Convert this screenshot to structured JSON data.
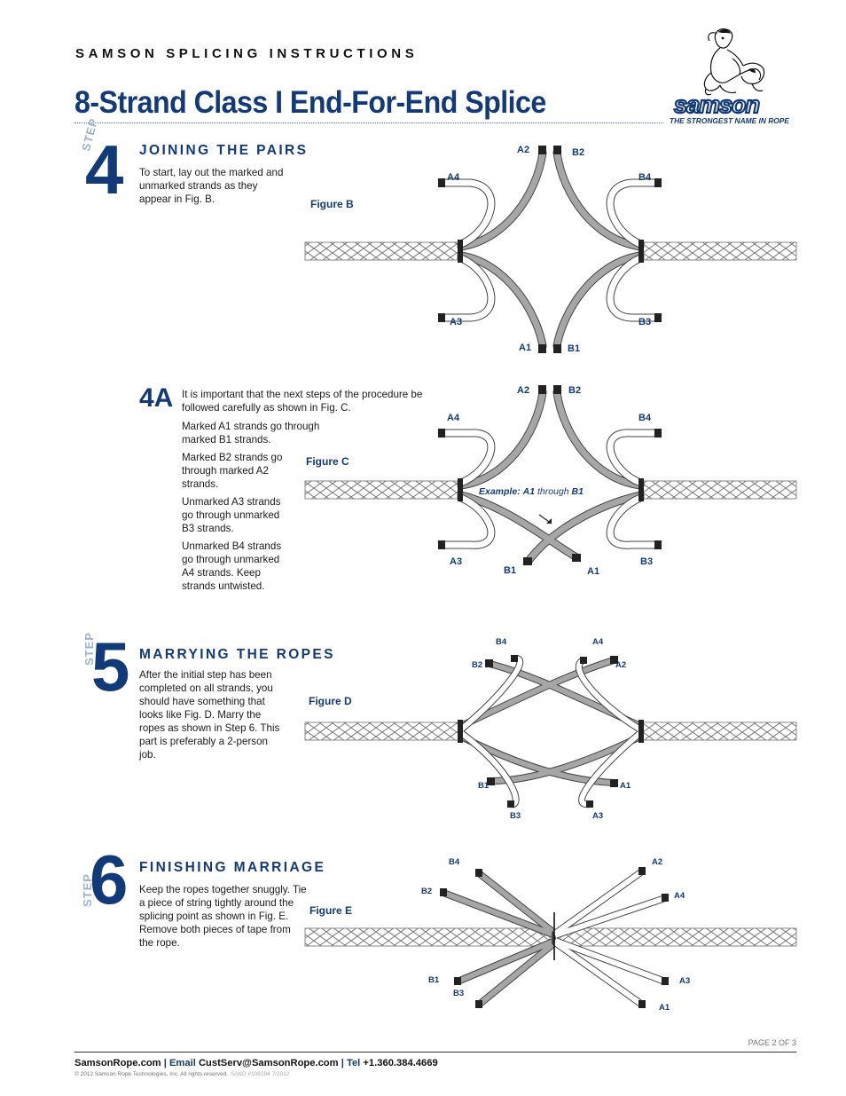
{
  "header": {
    "label": "SAMSON SPLICING INSTRUCTIONS",
    "title": "8-Strand Class I End-For-End Splice",
    "brand_tagline": "THE STRONGEST NAME IN ROPE",
    "brand_wordmark": "samson"
  },
  "step4": {
    "step_word": "STEP",
    "number": "4",
    "title": "JOINING THE PAIRS",
    "text": "To start, lay out the marked and unmarked strands as they appear in Fig. B.",
    "figure": {
      "title": "Figure B",
      "labels": {
        "a1": "A1",
        "a2": "A2",
        "a3": "A3",
        "a4": "A4",
        "b1": "B1",
        "b2": "B2",
        "b3": "B3",
        "b4": "B4"
      }
    }
  },
  "step4a": {
    "number": "4A",
    "paragraphs": [
      "It is important that the next steps of the procedure be followed carefully as shown in Fig. C.",
      "Marked A1 strands go through marked B1 strands.",
      "Marked B2 strands go through marked A2 strands.",
      "Unmarked A3 strands go through unmarked B3 strands.",
      "Unmarked B4 strands go through unmarked A4 strands. Keep strands untwisted."
    ],
    "figure": {
      "title": "Figure C",
      "example_prefix": "Example:",
      "example_from": "A1",
      "example_mid": "through",
      "example_to": "B1",
      "labels": {
        "a1": "A1",
        "a2": "A2",
        "a3": "A3",
        "a4": "A4",
        "b1": "B1",
        "b2": "B2",
        "b3": "B3",
        "b4": "B4"
      }
    }
  },
  "step5": {
    "step_word": "STEP",
    "number": "5",
    "title": "MARRYING THE ROPES",
    "text": "After the initial step has been completed on all strands, you should have something that looks like Fig. D. Marry the ropes as shown in Step 6. This part is preferably a 2-person job.",
    "figure": {
      "title": "Figure D",
      "labels": {
        "a1": "A1",
        "a2": "A2",
        "a3": "A3",
        "a4": "A4",
        "b1": "B1",
        "b2": "B2",
        "b3": "B3",
        "b4": "B4"
      }
    }
  },
  "step6": {
    "step_word": "STEP",
    "number": "6",
    "title": "FINISHING MARRIAGE",
    "text": "Keep the ropes together snuggly. Tie a piece of string tightly around the splicing point as shown in Fig. E. Remove both pieces of tape from the rope.",
    "figure": {
      "title": "Figure E",
      "labels": {
        "a1": "A1",
        "a2": "A2",
        "a3": "A3",
        "a4": "A4",
        "b1": "B1",
        "b2": "B2",
        "b3": "B3",
        "b4": "B4"
      }
    }
  },
  "footer": {
    "page": "PAGE 2 OF 3",
    "site": "SamsonRope.com",
    "sep": "|",
    "email_label": "Email",
    "email": "CustServ@SamsonRope.com",
    "tel_label": "Tel",
    "tel": "+1.360.384.4669",
    "copyright": "© 2012 Samson Rope Technologies, Inc.  All rights reserved.",
    "doc_code": "S/WD #108294 7/2012"
  },
  "colors": {
    "brand_blue": "#123a78",
    "step_light": "#9db0d0",
    "strand_marked": "#9a9a9a",
    "strand_unmarked": "#ffffff"
  }
}
